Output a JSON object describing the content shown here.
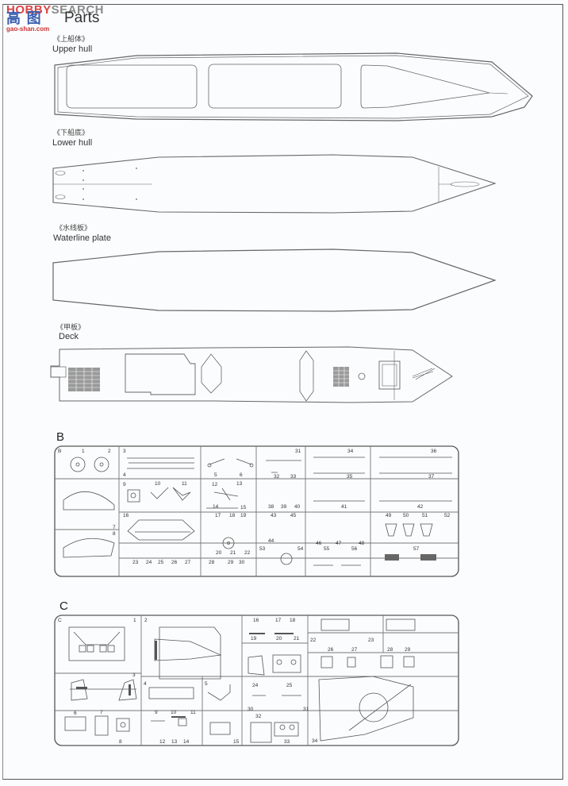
{
  "watermark": {
    "site_text_prefix": "HOBBY",
    "site_text_suffix": "SEARCH",
    "logo_cn": "高 图",
    "logo_url": "gao-shan.com"
  },
  "page": {
    "title": "Parts"
  },
  "sections": [
    {
      "id": "upper_hull",
      "label_cn": "《上船体》",
      "label_en": "Upper hull"
    },
    {
      "id": "lower_hull",
      "label_cn": "《下船底》",
      "label_en": "Lower hull"
    },
    {
      "id": "waterline",
      "label_cn": "《水线板》",
      "label_en": "Waterline plate"
    },
    {
      "id": "deck",
      "label_cn": "《甲板》",
      "label_en": "Deck"
    }
  ],
  "sprues": {
    "B": {
      "letter": "B",
      "corner_tag": "B",
      "part_numbers": [
        "1",
        "2",
        "3",
        "4",
        "5",
        "6",
        "7",
        "8",
        "9",
        "10",
        "11",
        "12",
        "13",
        "14",
        "15",
        "16",
        "17",
        "18",
        "19",
        "20",
        "21",
        "22",
        "23",
        "24",
        "25",
        "26",
        "27",
        "28",
        "29",
        "30",
        "31",
        "32",
        "33",
        "34",
        "35",
        "36",
        "37",
        "38",
        "39",
        "40",
        "41",
        "42",
        "43",
        "44",
        "45",
        "46",
        "47",
        "48",
        "49",
        "50",
        "51",
        "52",
        "53",
        "54",
        "55",
        "56",
        "57"
      ]
    },
    "C": {
      "letter": "C",
      "corner_tag": "C",
      "part_numbers": [
        "1",
        "2",
        "3",
        "4",
        "5",
        "6",
        "7",
        "8",
        "9",
        "10",
        "11",
        "12",
        "13",
        "14",
        "15",
        "16",
        "17",
        "18",
        "19",
        "20",
        "21",
        "22",
        "23",
        "24",
        "25",
        "26",
        "27",
        "28",
        "29",
        "30",
        "31",
        "32",
        "33",
        "34"
      ]
    }
  },
  "colors": {
    "line": "#555555",
    "page_bg": "#fbfcfd",
    "logo_blue": "#3b5fb0",
    "logo_red": "#cc3333"
  }
}
